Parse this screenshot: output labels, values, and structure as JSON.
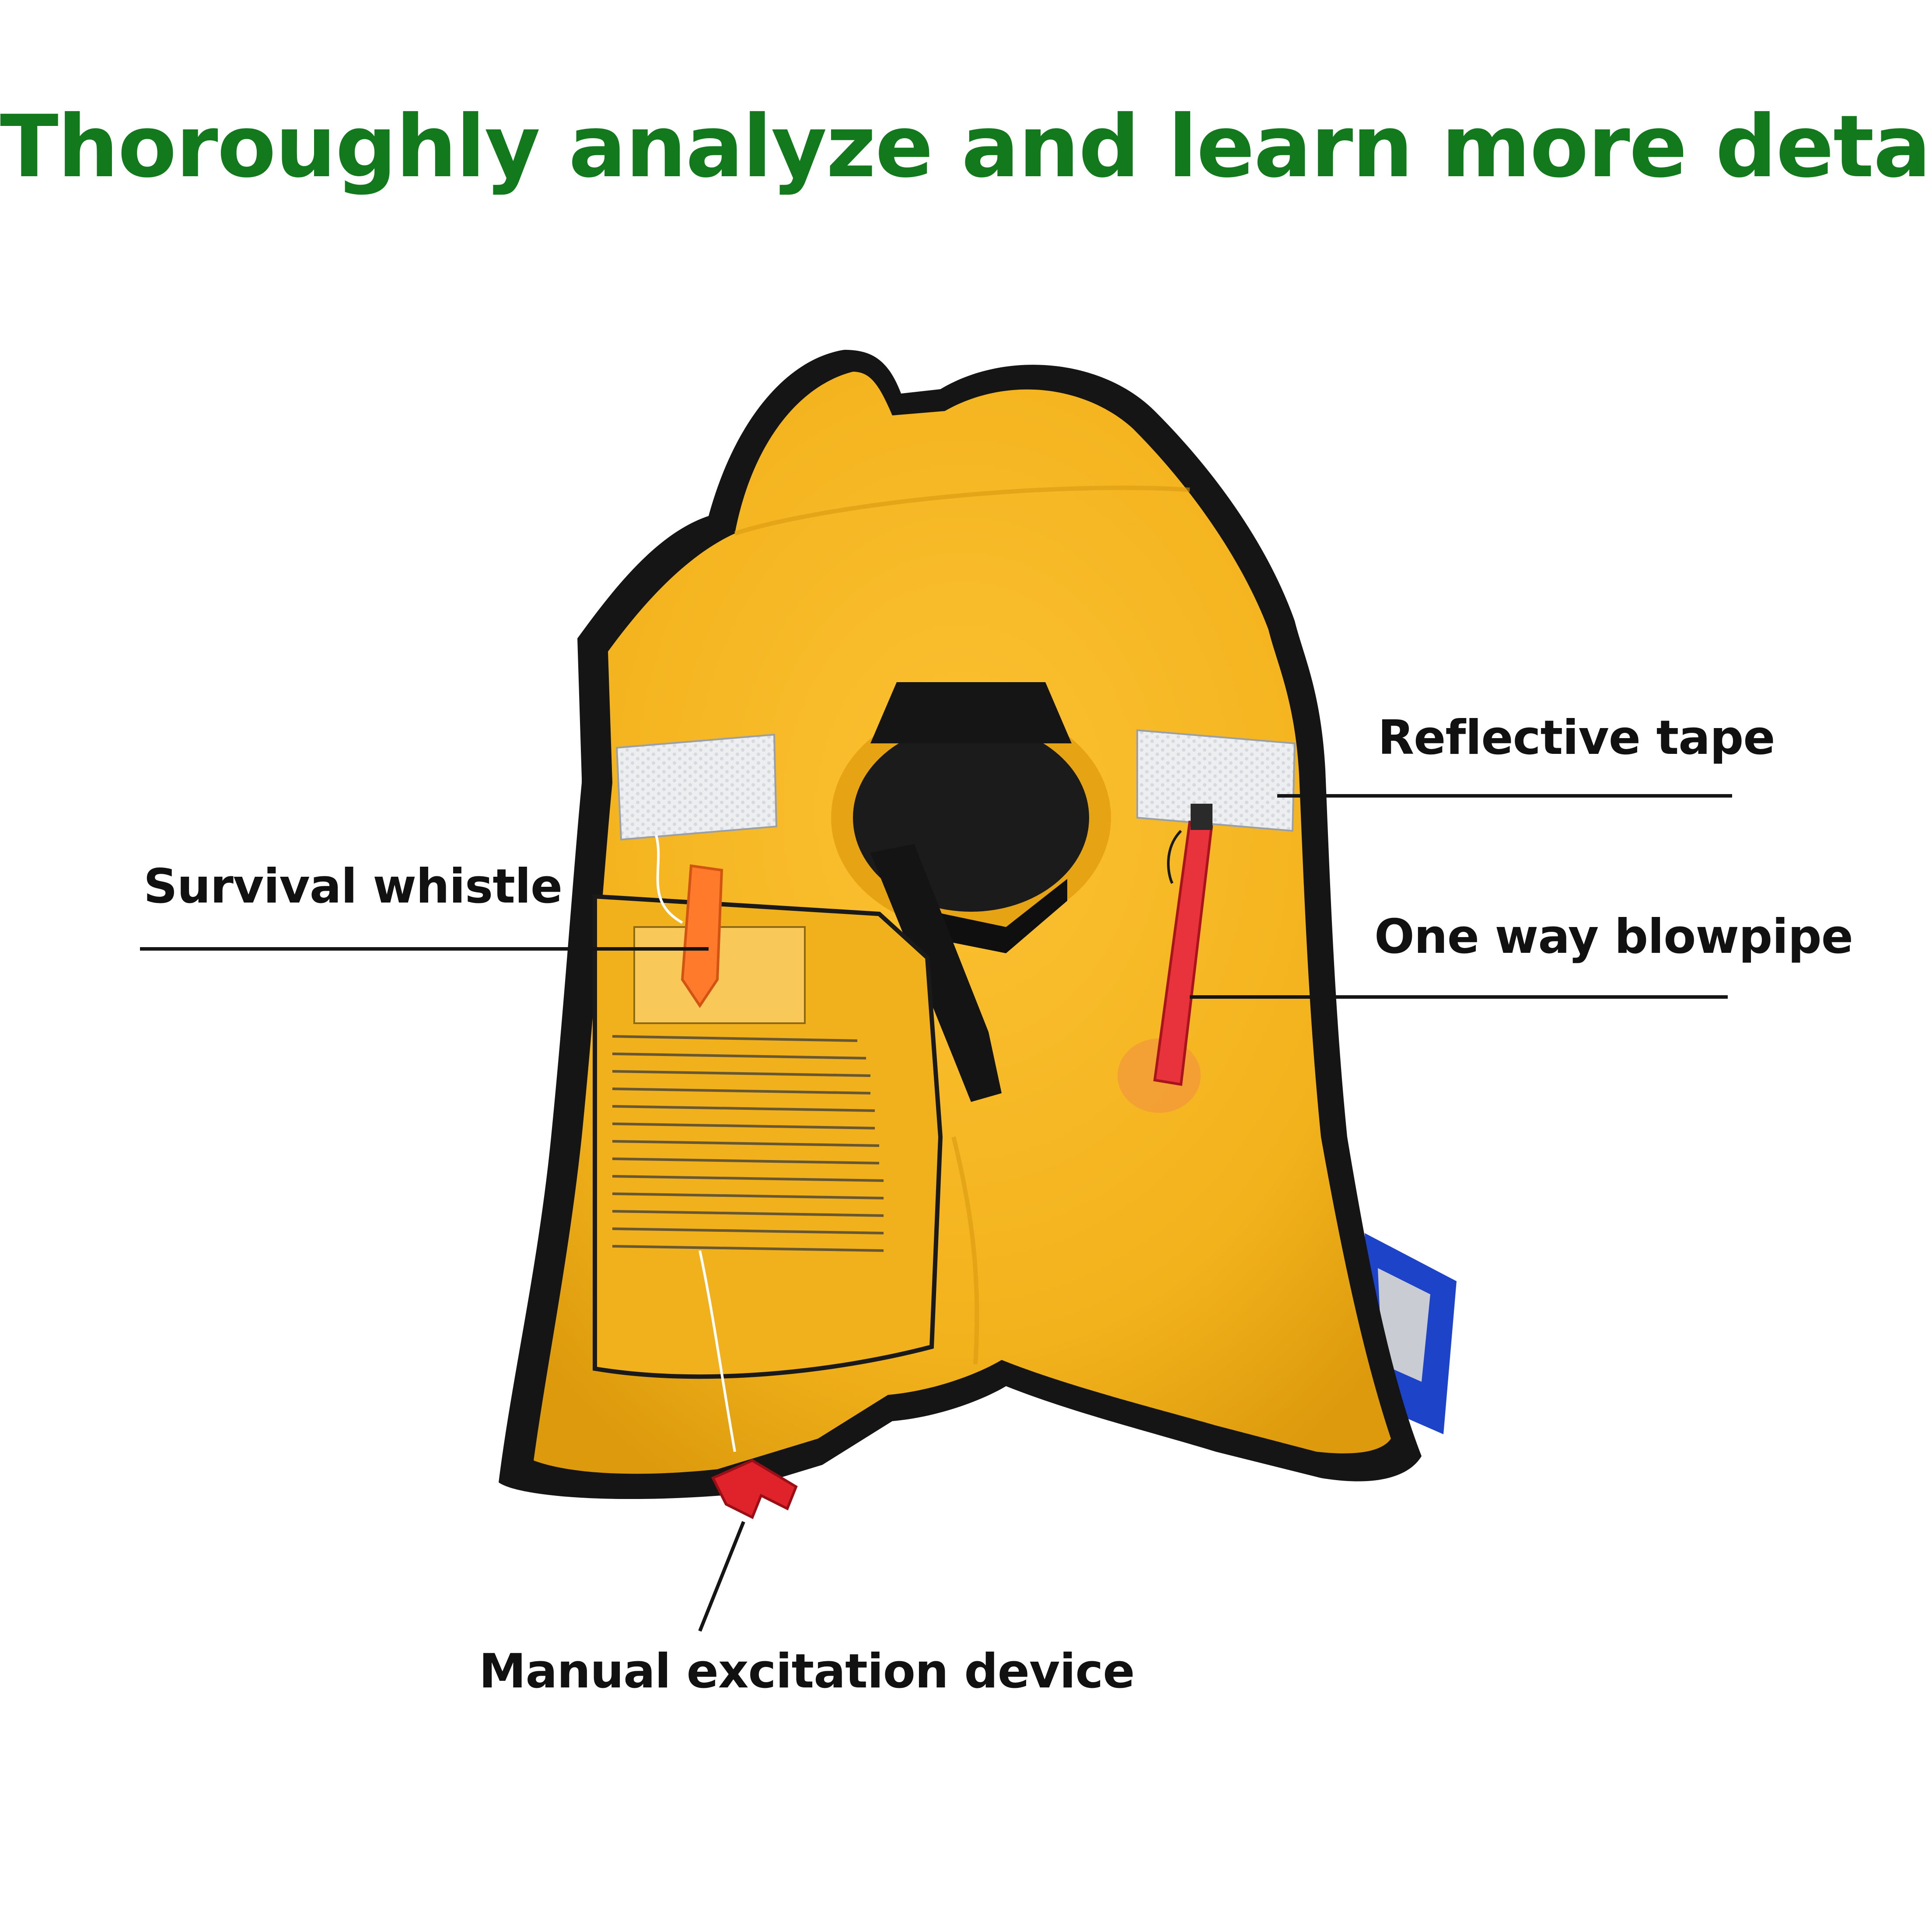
{
  "headline": "Thoroughly analyze and learn more details",
  "callouts": {
    "reflective_tape": "Reflective tape",
    "survival_whistle": "Survival whistle",
    "blowpipe": "One way blowpipe",
    "manual_device": "Manual excitation device"
  },
  "colors": {
    "headline": "#127a1d",
    "vest_yellow": "#f4b51f",
    "binding_black": "#151515",
    "whistle_orange": "#ff7a2b",
    "blowpipe_red": "#e8323c",
    "strap_blue": "#1d43c8"
  }
}
